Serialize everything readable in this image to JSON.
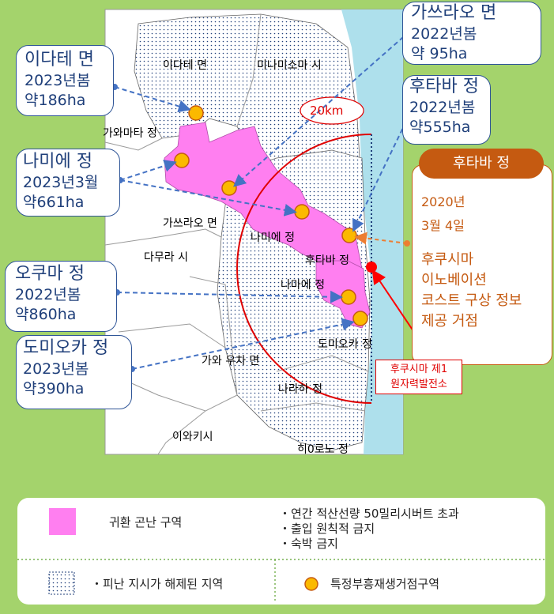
{
  "callouts": {
    "idate": {
      "name": "이다테 면",
      "when": "2023년봄",
      "area": "약186ha"
    },
    "namie": {
      "name": "나미에 정",
      "when": "2023년3월",
      "area": "약661ha"
    },
    "okuma": {
      "name": "오쿠마 정",
      "when": "2022년봄",
      "area": "약860ha"
    },
    "tomioka": {
      "name": "도미오카 정",
      "when": "2023년봄",
      "area": "약390ha"
    },
    "katsurao": {
      "name": "가쓰라오 면",
      "when": "2022년봄",
      "area": " 약 95ha"
    },
    "futaba": {
      "name": "후타바 정",
      "when": "2022년봄",
      "area": "약555ha"
    }
  },
  "map_labels": {
    "idate": "이다테 면",
    "minamisoma": "미나미소마 시",
    "kawamata": "가와마타 정",
    "katsurao": "가쓰라오 면",
    "tamura": "다무라 시",
    "namie": "나미에 정",
    "futaba": "후타바 정",
    "okuma": "나마에 정",
    "tomioka": "도미오카 정",
    "kawauchi": "가와 우차 면",
    "naraha": "나라하 정",
    "iwaki": "이와키시",
    "hirono": "히0로노 정",
    "radius": "20km"
  },
  "hub": {
    "title": "후타바 정",
    "date_line1": "2020년",
    "date_line2": "3월 4일",
    "desc_lines": [
      "후쿠시마",
      "이노베이션",
      "코스트 구상 정보",
      "제공 거점"
    ]
  },
  "plant": {
    "line1": "후쿠시마 제1",
    "line2": "원자력발전소"
  },
  "legend": {
    "difficult_zone": "귀환 곤난 구역",
    "conditions": [
      "・연간 적산선량 50밀리시버트 초과",
      "・출입 원칙적 금지",
      "・숙박 금지"
    ],
    "lifted_zone": "・피난 지시가 해제된 지역",
    "reconstruction_zone": "특정부흥재생거점구역"
  },
  "colors": {
    "background": "#a4d36c",
    "land": "#ffffff",
    "sea": "#aee0ec",
    "difficult_zone": "#ff7ff0",
    "reconstruction_marker": "#fbb900",
    "callout_border": "#2f5597",
    "hub_accent": "#c55a11",
    "plant_marker": "#ff0000"
  },
  "icons": [
    "mascot-icon",
    "reconstruction-dot-icon",
    "plant-dot-icon"
  ]
}
